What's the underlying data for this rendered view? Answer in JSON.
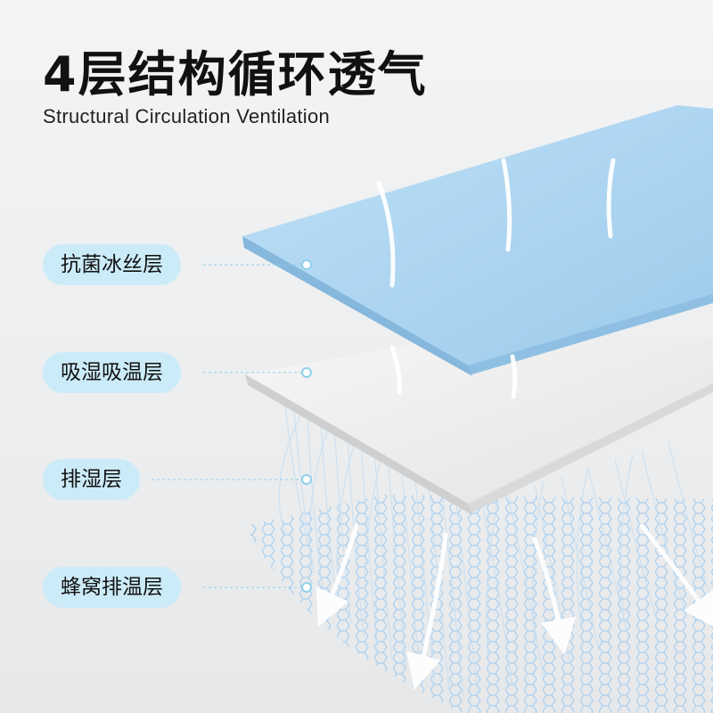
{
  "header": {
    "title": "4层结构循环透气",
    "subtitle": "Structural Circulation Ventilation"
  },
  "layers": [
    {
      "label": "抗菌冰丝层"
    },
    {
      "label": "吸湿吸温层"
    },
    {
      "label": "排湿层"
    },
    {
      "label": "蜂窝排温层"
    }
  ],
  "colors": {
    "label_bg": "#ccebf8",
    "ice_silk_layer": "#a9d3ef",
    "absorb_layer": "#eeeeee",
    "fiber": "#b9d8f0",
    "accent_line": "#8fd0ea"
  }
}
